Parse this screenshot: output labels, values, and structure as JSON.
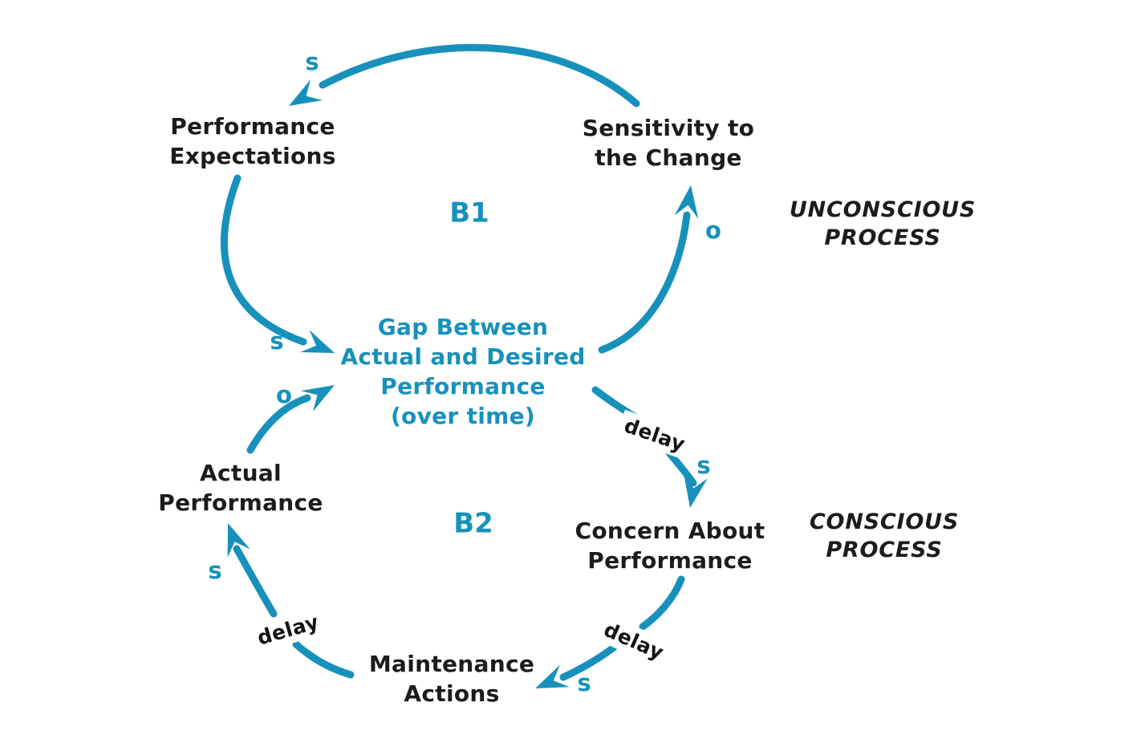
{
  "colors": {
    "accent": "#1791BC",
    "ink": "#1c1c1c",
    "background": "#ffffff"
  },
  "nodes": {
    "performance_expectations": {
      "label": "Performance\nExpectations"
    },
    "sensitivity_to_change": {
      "label": "Sensitivity to\nthe Change"
    },
    "gap": {
      "label": "Gap Between\nActual and Desired\nPerformance\n(over time)"
    },
    "actual_performance": {
      "label": "Actual\nPerformance"
    },
    "concern_about_performance": {
      "label": "Concern About\nPerformance"
    },
    "maintenance_actions": {
      "label": "Maintenance\nActions"
    }
  },
  "loop_labels": {
    "b1": "B1",
    "b2": "B2"
  },
  "process_labels": {
    "unconscious": "UNCONSCIOUS\nPROCESS",
    "conscious": "CONSCIOUS\nPROCESS"
  },
  "links": [
    {
      "from": "sensitivity_to_change",
      "to": "performance_expectations",
      "polarity": "s"
    },
    {
      "from": "performance_expectations",
      "to": "gap",
      "polarity": "s"
    },
    {
      "from": "gap",
      "to": "sensitivity_to_change",
      "polarity": "o"
    },
    {
      "from": "actual_performance",
      "to": "gap",
      "polarity": "o"
    },
    {
      "from": "gap",
      "to": "concern_about_performance",
      "polarity": "s",
      "delay": "delay"
    },
    {
      "from": "concern_about_performance",
      "to": "maintenance_actions",
      "polarity": "s",
      "delay": "delay"
    },
    {
      "from": "maintenance_actions",
      "to": "actual_performance",
      "polarity": "s",
      "delay": "delay"
    }
  ]
}
